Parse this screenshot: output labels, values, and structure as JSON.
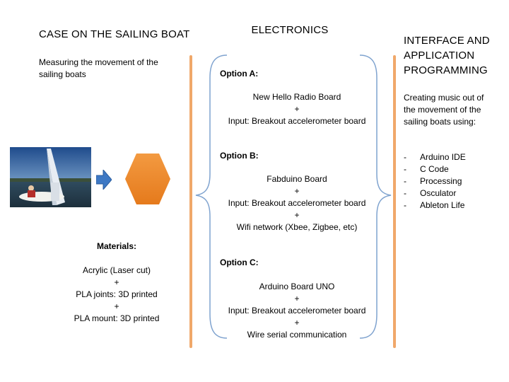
{
  "left": {
    "title": "CASE ON THE SAILING BOAT",
    "subtitle_line1": "Measuring the movement of the",
    "subtitle_line2": "sailing boats",
    "materials": {
      "heading": "Materials:",
      "items": [
        "Acrylic (Laser cut)",
        "PLA joints: 3D printed",
        "PLA mount: 3D printed"
      ],
      "plus": "+"
    }
  },
  "middle": {
    "title": "ELECTRONICS",
    "options": [
      {
        "label": "Option A:",
        "lines": [
          "New Hello Radio Board",
          "+",
          "Input: Breakout accelerometer board"
        ]
      },
      {
        "label": "Option B:",
        "lines": [
          "Fabduino Board",
          "+",
          "Input: Breakout accelerometer board",
          "+",
          "Wifi network (Xbee, Zigbee, etc)"
        ]
      },
      {
        "label": "Option C:",
        "lines": [
          "Arduino Board UNO",
          "+",
          "Input: Breakout accelerometer board",
          "+",
          "Wire serial communication"
        ]
      }
    ]
  },
  "right": {
    "title_line1": "INTERFACE AND",
    "title_line2": "APPLICATION",
    "title_line3": "PROGRAMMING",
    "intro_line1": "Creating music out of",
    "intro_line2": "the movement of the",
    "intro_line3": "sailing boats using:",
    "bullet": "-",
    "tools": [
      "Arduino IDE",
      "C Code",
      "Processing",
      "Osculator",
      "Ableton Life"
    ]
  },
  "colors": {
    "divider": "#f0a86a",
    "brace": "#7fa3cf",
    "arrow": "#3d78c4",
    "hexagon": "#ec8a2c"
  },
  "icons": {
    "arrow": "right-arrow-icon",
    "hexagon": "hexagon-shape"
  }
}
